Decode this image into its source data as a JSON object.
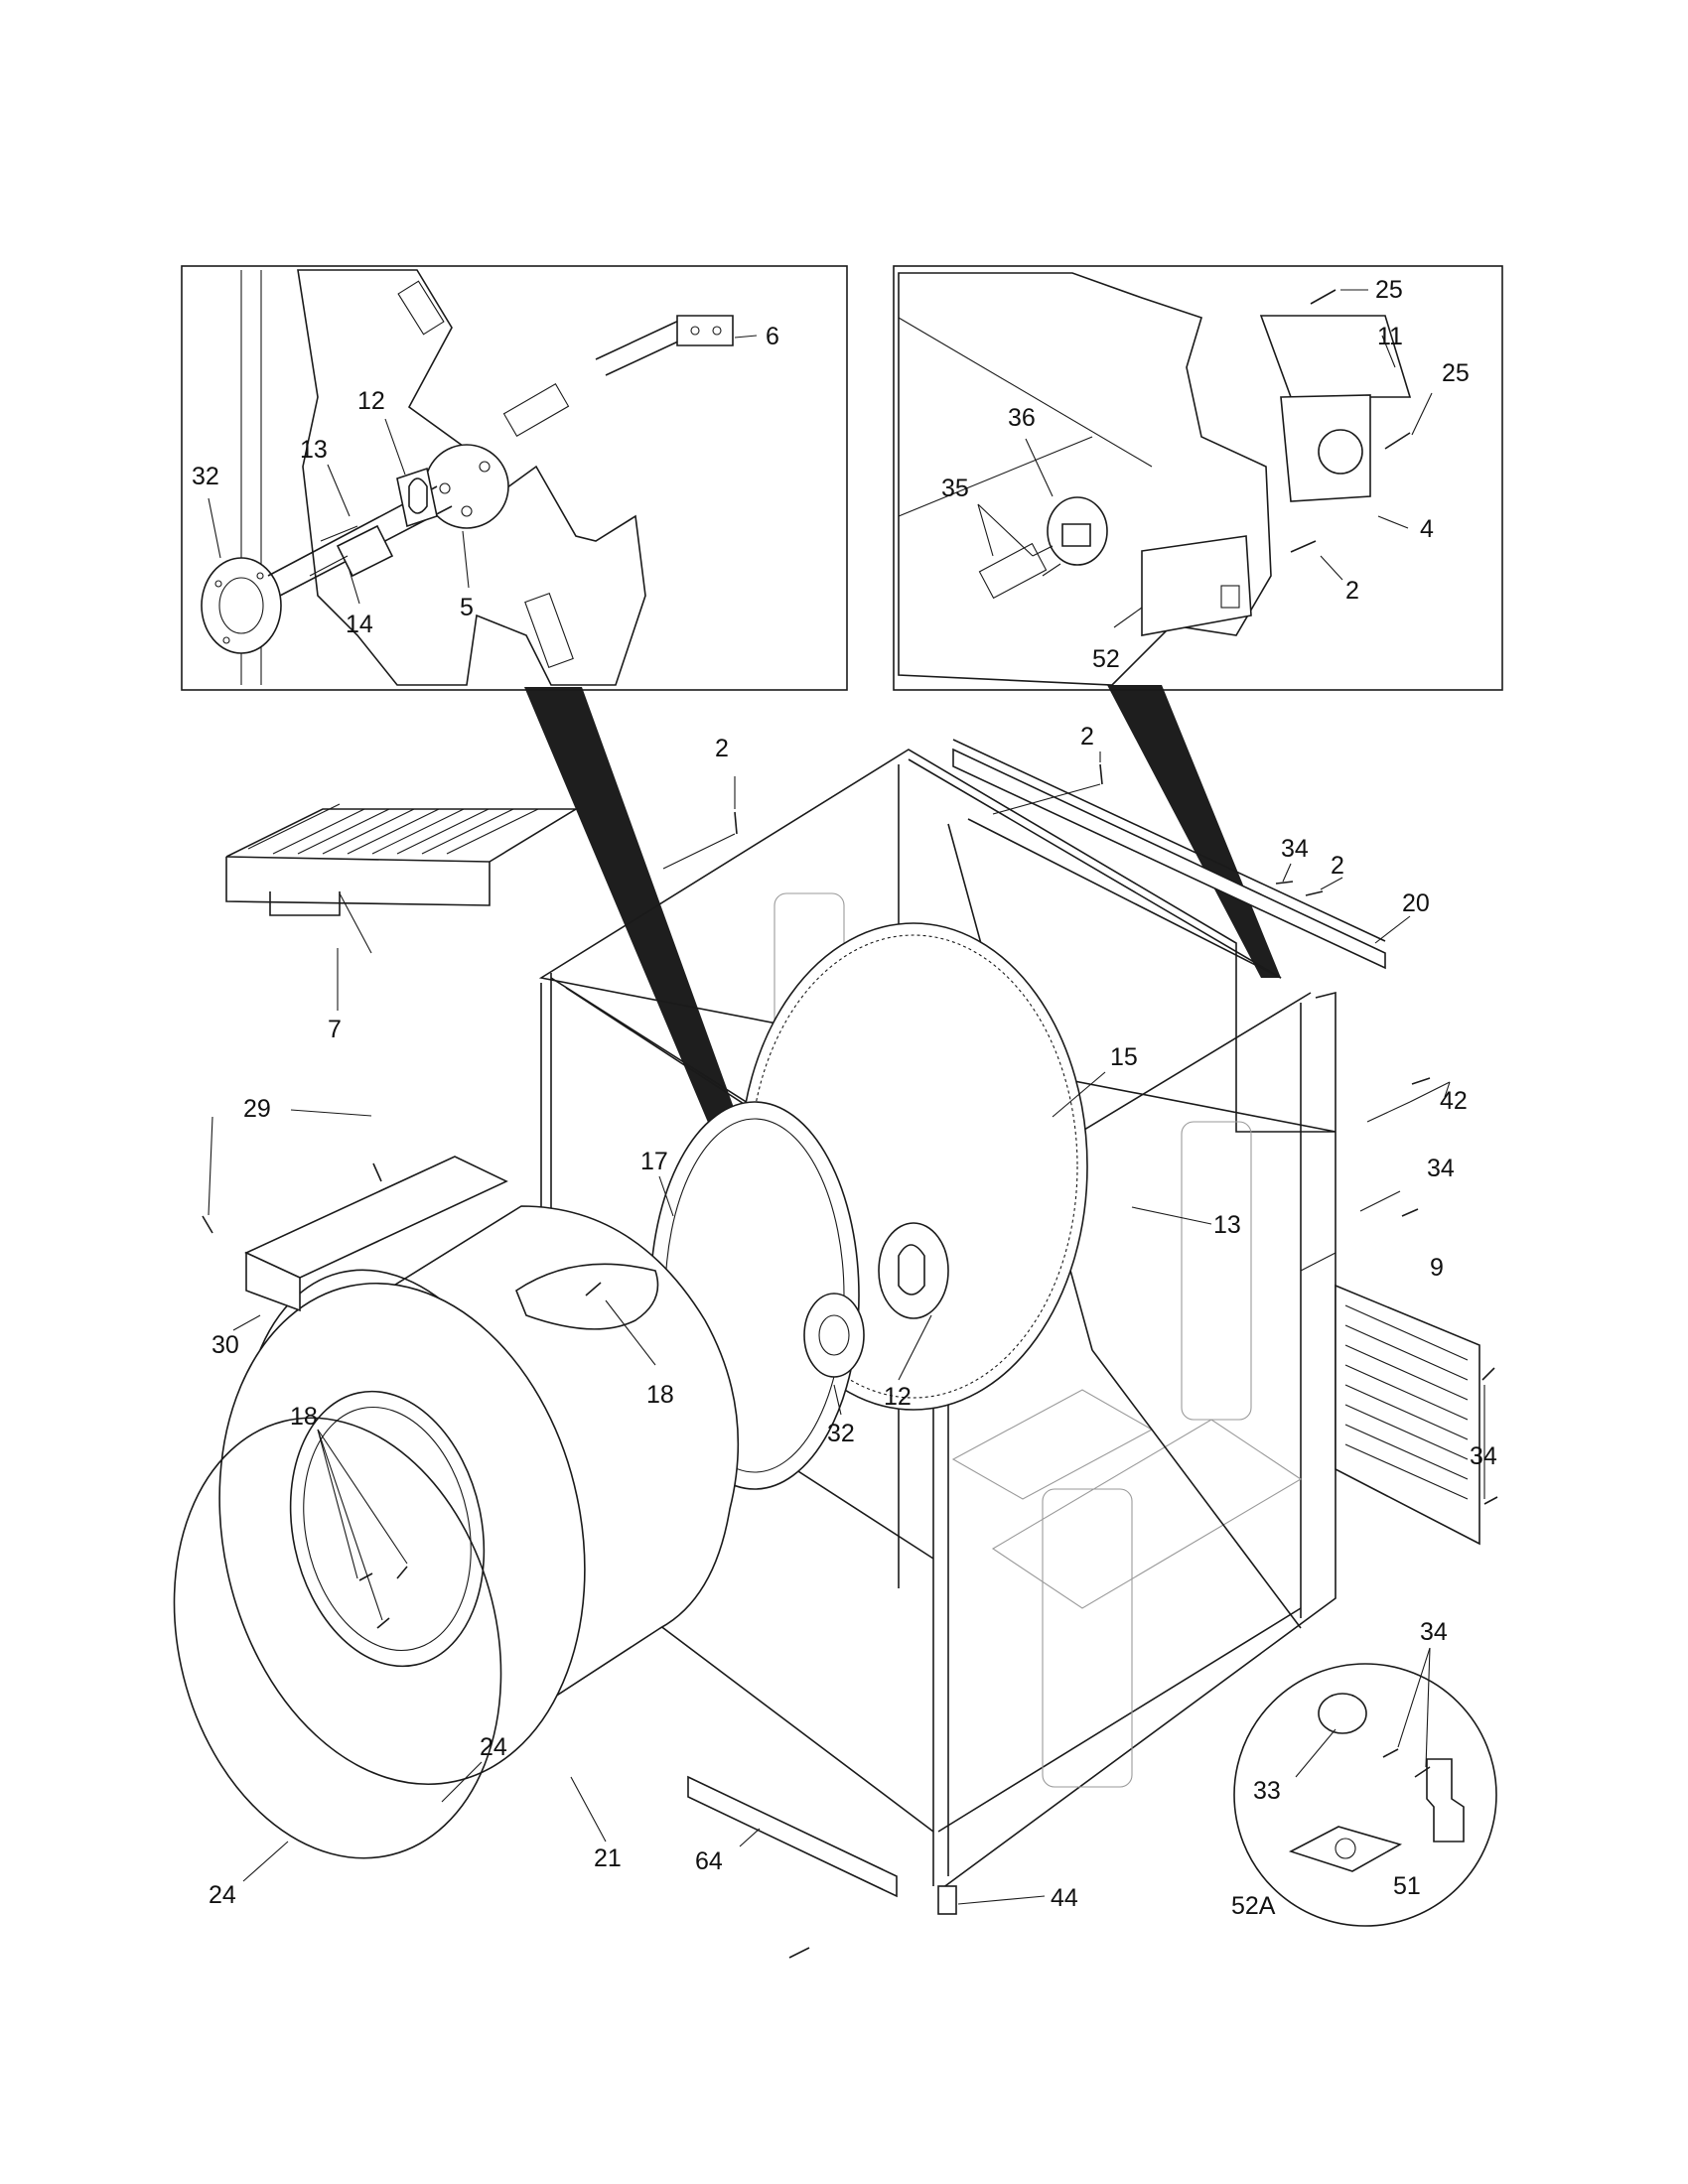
{
  "colors": {
    "line": "#1a1a1a",
    "beam": "#1e1e1e",
    "fill": "#ffffff",
    "ghost": "#9a9a9a"
  },
  "inset_left": {
    "callouts": [
      "6",
      "12",
      "13",
      "32",
      "14",
      "5"
    ]
  },
  "inset_right": {
    "callouts": [
      "25",
      "11",
      "25",
      "36",
      "35",
      "4",
      "2",
      "52"
    ]
  },
  "main": {
    "callouts": [
      "2",
      "2",
      "34",
      "2",
      "20",
      "7",
      "15",
      "42",
      "29",
      "17",
      "13",
      "34",
      "9",
      "30",
      "18",
      "12",
      "32",
      "34",
      "18",
      "34",
      "24",
      "33",
      "24",
      "21",
      "64",
      "44",
      "52A",
      "51"
    ]
  },
  "icons": [
    "screw-icon",
    "bolt-icon"
  ]
}
